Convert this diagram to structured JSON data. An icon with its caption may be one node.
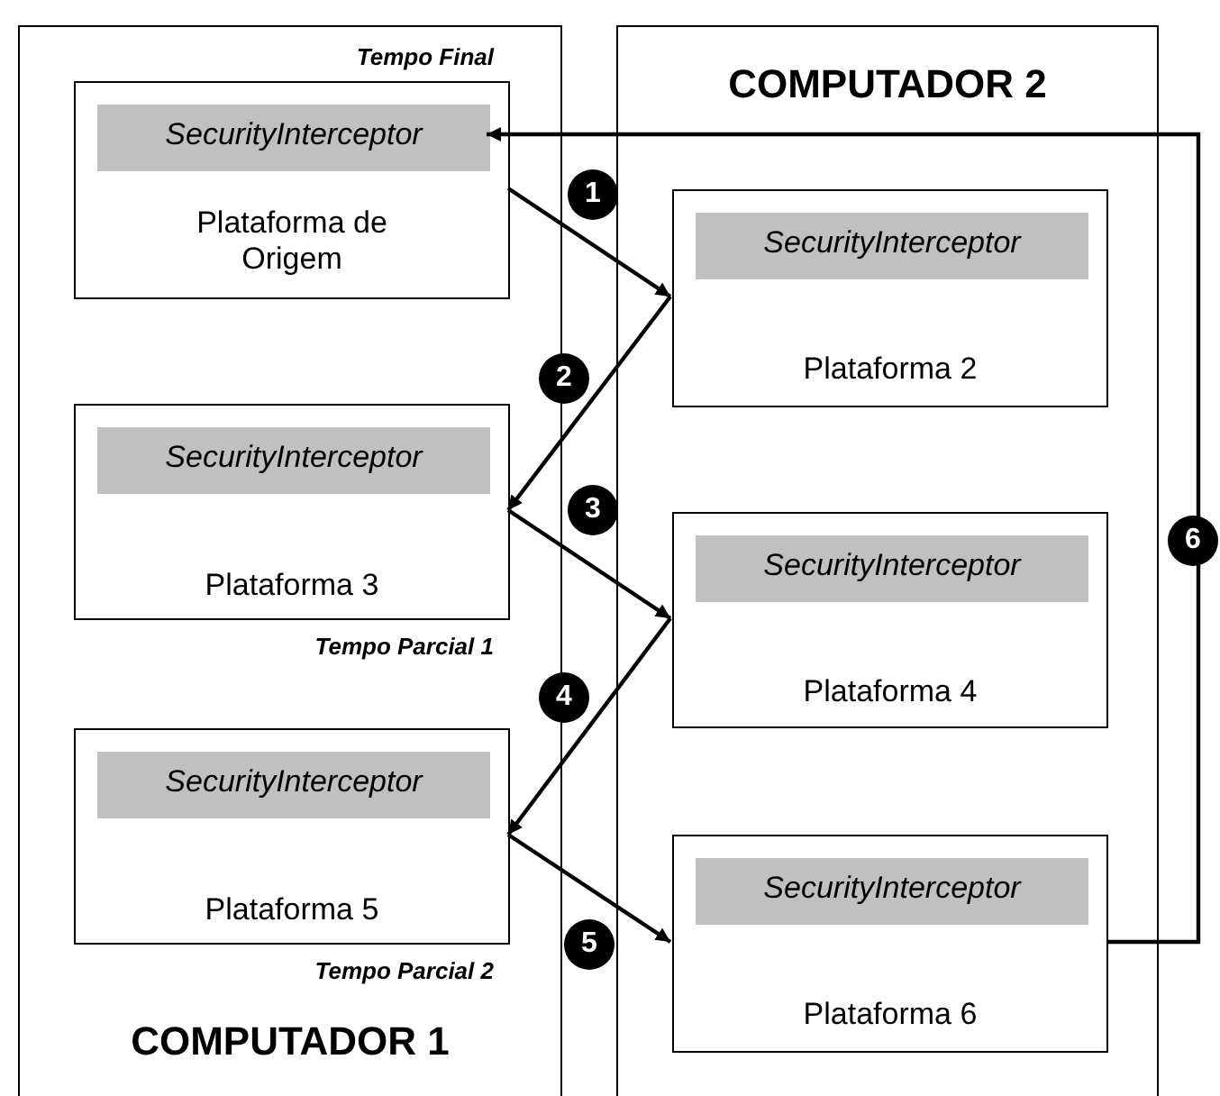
{
  "diagram": {
    "nodes": [
      {
        "text": [
          "COMPUTADOR 1"
        ]
      },
      {
        "text": [
          "Plataforma de Origem"
        ],
        "in": 0,
        "beside": [
          "Tempo Final"
        ]
      },
      {
        "text": [
          "SecurityInterceptor"
        ],
        "in": 1
      },
      {
        "text": [
          "COMPUTADOR 2"
        ]
      },
      {
        "text": [
          "Plataforma 2"
        ],
        "in": 3
      },
      {
        "text": [
          "SecurityInterceptor"
        ],
        "in": 4
      },
      {
        "text": [
          "Plataforma 3"
        ],
        "in": 0,
        "beside": [
          "Tempo Parcial 1"
        ]
      },
      {
        "text": [
          "SecurityInterceptor"
        ],
        "in": 6
      },
      {
        "text": [
          "Plataforma 4"
        ],
        "in": 3
      },
      {
        "text": [
          "SecurityInterceptor"
        ],
        "in": 8
      },
      {
        "text": [
          "Plataforma 5"
        ],
        "in": 0,
        "beside": [
          "Tempo Parcial 2"
        ]
      },
      {
        "text": [
          "SecurityInterceptor"
        ],
        "in": 10
      },
      {
        "text": [
          "Plataforma 6"
        ],
        "in": 3
      },
      {
        "text": [
          "SecurityInterceptor"
        ],
        "in": 12
      }
    ],
    "edges": [
      {
        "from": 1,
        "to": 4,
        "arrow": "to",
        "label": "1"
      },
      {
        "from": 4,
        "to": 6,
        "arrow": "to",
        "label": "2"
      },
      {
        "from": 6,
        "to": 8,
        "arrow": "to",
        "label": "3"
      },
      {
        "from": 8,
        "to": 10,
        "arrow": "to",
        "label": "4"
      },
      {
        "from": 10,
        "to": 12,
        "arrow": "to",
        "label": "5"
      },
      {
        "from": 12,
        "to": 2,
        "arrow": "to",
        "label": "6"
      }
    ]
  }
}
